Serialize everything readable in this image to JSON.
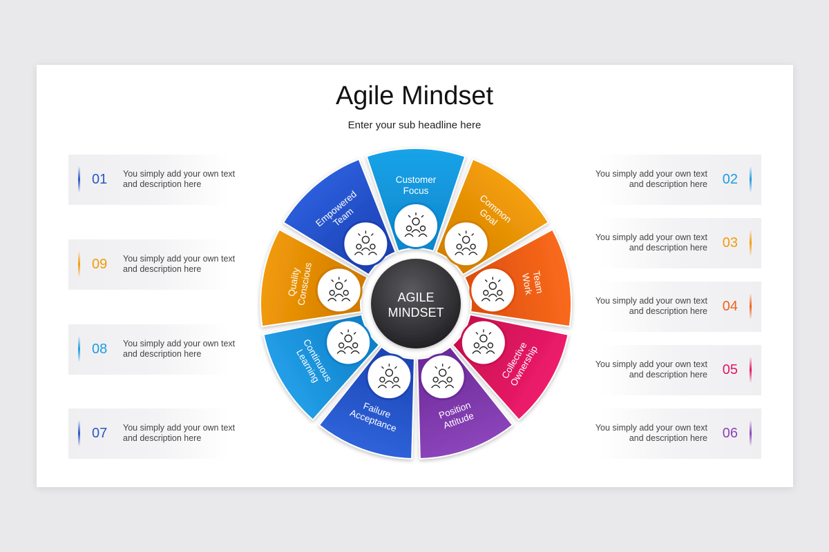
{
  "title": "Agile Mindset",
  "subtitle": "Enter your sub headline here",
  "center": {
    "line1": "AGILE",
    "line2": "MINDSET"
  },
  "segments": [
    {
      "lines": [
        "Customer",
        "Focus"
      ],
      "color": "#1aa3e8",
      "dark": "#0b86cc",
      "icon": "target-team-icon"
    },
    {
      "lines": [
        "Common",
        "Goal"
      ],
      "color": "#f5a00a",
      "dark": "#d47f00",
      "icon": "idea-hierarchy-icon"
    },
    {
      "lines": [
        "Team",
        "Work"
      ],
      "color": "#fa6b1d",
      "dark": "#de4e0c",
      "icon": "handshake-team-icon"
    },
    {
      "lines": [
        "Collective",
        "Ownership"
      ],
      "color": "#ee1c6c",
      "dark": "#c8104f",
      "icon": "shared-ownership-icon"
    },
    {
      "lines": [
        "Position",
        "Attitude"
      ],
      "color": "#8c45ba",
      "dark": "#6c2a99",
      "icon": "location-boxes-icon"
    },
    {
      "lines": [
        "Failure",
        "Acceptance"
      ],
      "color": "#2f63da",
      "dark": "#1c45b5",
      "icon": "cycle-people-icon"
    },
    {
      "lines": [
        "Continuous",
        "Learning"
      ],
      "color": "#239fe8",
      "dark": "#0f80c8",
      "icon": "gear-chart-icon"
    },
    {
      "lines": [
        "Quality",
        "Conscious"
      ],
      "color": "#f29b09",
      "dark": "#d07a00",
      "icon": "quality-badge-icon"
    },
    {
      "lines": [
        "Empowered",
        "Team"
      ],
      "color": "#2c5edb",
      "dark": "#1a40b3",
      "icon": "empowered-hands-icon"
    }
  ],
  "cards_left": [
    {
      "num": "01",
      "color": "#2a56c6",
      "text": "You simply add your own text and description here"
    },
    {
      "num": "09",
      "color": "#f29b09",
      "text": "You simply add your own text and description here"
    },
    {
      "num": "08",
      "color": "#1d9be0",
      "text": "You simply add your own text and description here"
    },
    {
      "num": "07",
      "color": "#2a56c6",
      "text": "You simply add your own text and description here"
    }
  ],
  "cards_right": [
    {
      "num": "02",
      "color": "#1d9be0",
      "text": "You simply add your own text and description here"
    },
    {
      "num": "03",
      "color": "#f29b09",
      "text": "You simply add your own text and description here"
    },
    {
      "num": "04",
      "color": "#f2611a",
      "text": "You simply add your own text and description here"
    },
    {
      "num": "05",
      "color": "#e3155f",
      "text": "You simply add your own text and description here"
    },
    {
      "num": "06",
      "color": "#8a44b8",
      "text": "You simply add your own text and description here"
    }
  ]
}
